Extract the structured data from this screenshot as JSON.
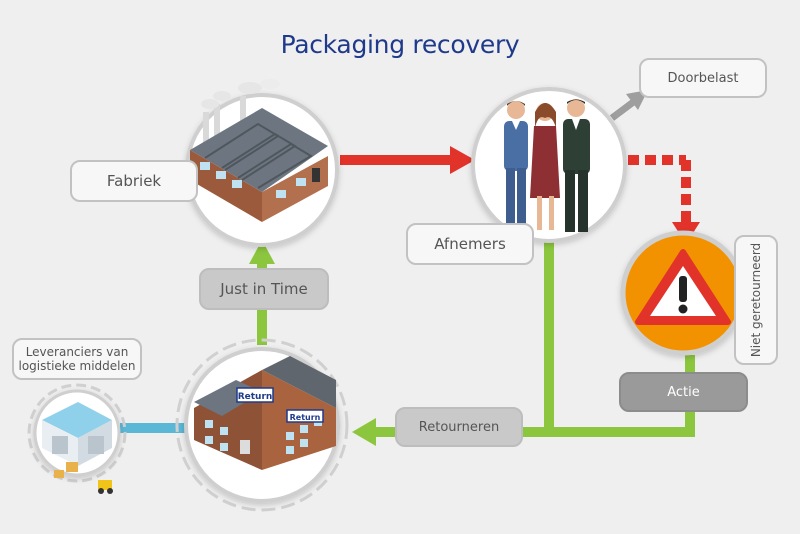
{
  "title": "Packaging recovery",
  "nodes": {
    "fabriek": "Fabriek",
    "afnemers": "Afnemers",
    "doorbelast": "Doorbelast",
    "niet_geretourneerd": "Niet geretourneerd",
    "actie": "Actie",
    "retourneren": "Retourneren",
    "just_in_time": "Just in Time",
    "leveranciers": "Leveranciers van logistieke middelen"
  },
  "building_signs": [
    "Return",
    "Return"
  ],
  "colors": {
    "title": "#1f3a8a",
    "red_arrow": "#e2332a",
    "green_arrow": "#8cc63f",
    "blue_line": "#5bb7d6",
    "gray_arrow": "#9e9e9e",
    "warning_orange": "#f39200"
  }
}
